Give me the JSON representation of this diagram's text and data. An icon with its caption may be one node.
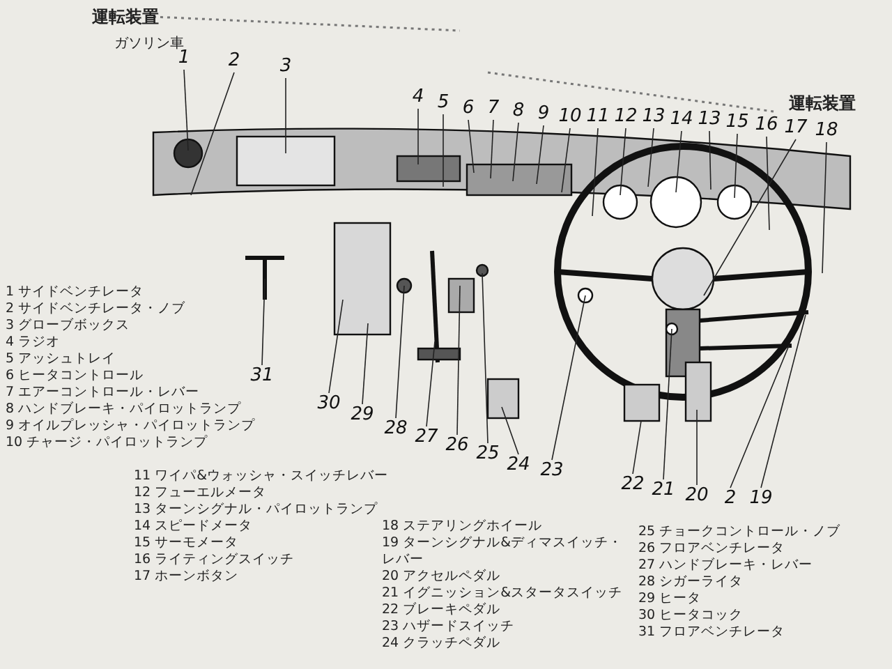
{
  "diagram": {
    "nodes": [
      {
        "text": [
          "1"
        ]
      },
      {
        "text": [
          "2"
        ]
      },
      {
        "text": [
          "3"
        ]
      },
      {
        "text": [
          "4"
        ]
      },
      {
        "text": [
          "5"
        ]
      },
      {
        "text": [
          "6"
        ]
      },
      {
        "text": [
          "7"
        ]
      },
      {
        "text": [
          "8"
        ]
      },
      {
        "text": [
          "9"
        ]
      },
      {
        "text": [
          "10"
        ]
      },
      {
        "text": [
          "11"
        ]
      },
      {
        "text": [
          "12"
        ]
      },
      {
        "text": [
          "13"
        ]
      },
      {
        "text": [
          "14"
        ]
      },
      {
        "text": [
          "13"
        ]
      },
      {
        "text": [
          "15"
        ]
      },
      {
        "text": [
          "16"
        ]
      },
      {
        "text": [
          "17"
        ]
      },
      {
        "text": [
          "18"
        ]
      },
      {
        "text": [
          "31"
        ]
      },
      {
        "text": [
          "30"
        ]
      },
      {
        "text": [
          "29"
        ]
      },
      {
        "text": [
          "28"
        ]
      },
      {
        "text": [
          "27"
        ]
      },
      {
        "text": [
          "26"
        ]
      },
      {
        "text": [
          "25"
        ]
      },
      {
        "text": [
          "24"
        ]
      },
      {
        "text": [
          "23"
        ]
      },
      {
        "text": [
          "22"
        ]
      },
      {
        "text": [
          "21"
        ]
      },
      {
        "text": [
          "20"
        ]
      },
      {
        "text": [
          "2"
        ]
      },
      {
        "text": [
          "19"
        ]
      }
    ],
    "edges": [
      {
        "from": 0,
        "to": null,
        "arrow": "none"
      },
      {
        "from": 1,
        "to": null,
        "arrow": "none"
      },
      {
        "from": 2,
        "to": null,
        "arrow": "none"
      },
      {
        "from": 3,
        "to": null,
        "arrow": "none"
      },
      {
        "from": 4,
        "to": null,
        "arrow": "none"
      },
      {
        "from": 5,
        "to": null,
        "arrow": "none"
      },
      {
        "from": 6,
        "to": null,
        "arrow": "none"
      },
      {
        "from": 7,
        "to": null,
        "arrow": "none"
      },
      {
        "from": 8,
        "to": null,
        "arrow": "none"
      },
      {
        "from": 9,
        "to": null,
        "arrow": "none"
      },
      {
        "from": 10,
        "to": null,
        "arrow": "none"
      },
      {
        "from": 11,
        "to": null,
        "arrow": "none"
      },
      {
        "from": 12,
        "to": null,
        "arrow": "none"
      },
      {
        "from": 13,
        "to": null,
        "arrow": "none"
      },
      {
        "from": 14,
        "to": null,
        "arrow": "none"
      },
      {
        "from": 15,
        "to": null,
        "arrow": "none"
      },
      {
        "from": 16,
        "to": null,
        "arrow": "none"
      },
      {
        "from": 17,
        "to": null,
        "arrow": "none"
      },
      {
        "from": 18,
        "to": null,
        "arrow": "none"
      },
      {
        "from": 19,
        "to": null,
        "arrow": "none"
      },
      {
        "from": 20,
        "to": null,
        "arrow": "none"
      },
      {
        "from": 21,
        "to": null,
        "arrow": "none"
      },
      {
        "from": 22,
        "to": null,
        "arrow": "none"
      },
      {
        "from": 23,
        "to": null,
        "arrow": "none"
      },
      {
        "from": 24,
        "to": null,
        "arrow": "none"
      },
      {
        "from": 25,
        "to": null,
        "arrow": "none"
      },
      {
        "from": 26,
        "to": null,
        "arrow": "none"
      },
      {
        "from": 27,
        "to": null,
        "arrow": "none"
      },
      {
        "from": 28,
        "to": null,
        "arrow": "none"
      },
      {
        "from": 29,
        "to": null,
        "arrow": "none"
      },
      {
        "from": 30,
        "to": null,
        "arrow": "none"
      },
      {
        "from": 31,
        "to": null,
        "arrow": "none"
      },
      {
        "from": 32,
        "to": null,
        "arrow": "none"
      }
    ],
    "labels": [
      "運転装置",
      "ガソリン車",
      "運転装置",
      "1 サイドベンチレータ",
      "2 サイドベンチレータ・ノブ",
      "3 グローブボックス",
      "4 ラジオ",
      "5 アッシュトレイ",
      "6 ヒータコントロール",
      "7 エアーコントロール・レバー",
      "8 ハンドブレーキ・パイロットランプ",
      "9 オイルプレッシャ・パイロットランプ",
      "10 チャージ・パイロットランプ",
      "11 ワイパ&ウォッシャ・スイッチレバー",
      "12 フューエルメータ",
      "13 ターンシグナル・パイロットランプ",
      "14 スピードメータ",
      "15 サーモメータ",
      "16 ライティングスイッチ",
      "17 ホーンボタン",
      "18 ステアリングホイール",
      "19 ターンシグナル&ディマスイッチ・レバー",
      "20 アクセルペダル",
      "21 イグニッション&スタータスイッチ",
      "22 ブレーキペダル",
      "23 ハザードスイッチ",
      "24 クラッチペダル",
      "25 チョークコントロール・ノブ",
      "26 フロアベンチレータ",
      "27 ハンドブレーキ・レバー",
      "28 シガーライタ",
      "29 ヒータ",
      "30 ヒータコック",
      "31 フロアベンチレータ"
    ]
  }
}
